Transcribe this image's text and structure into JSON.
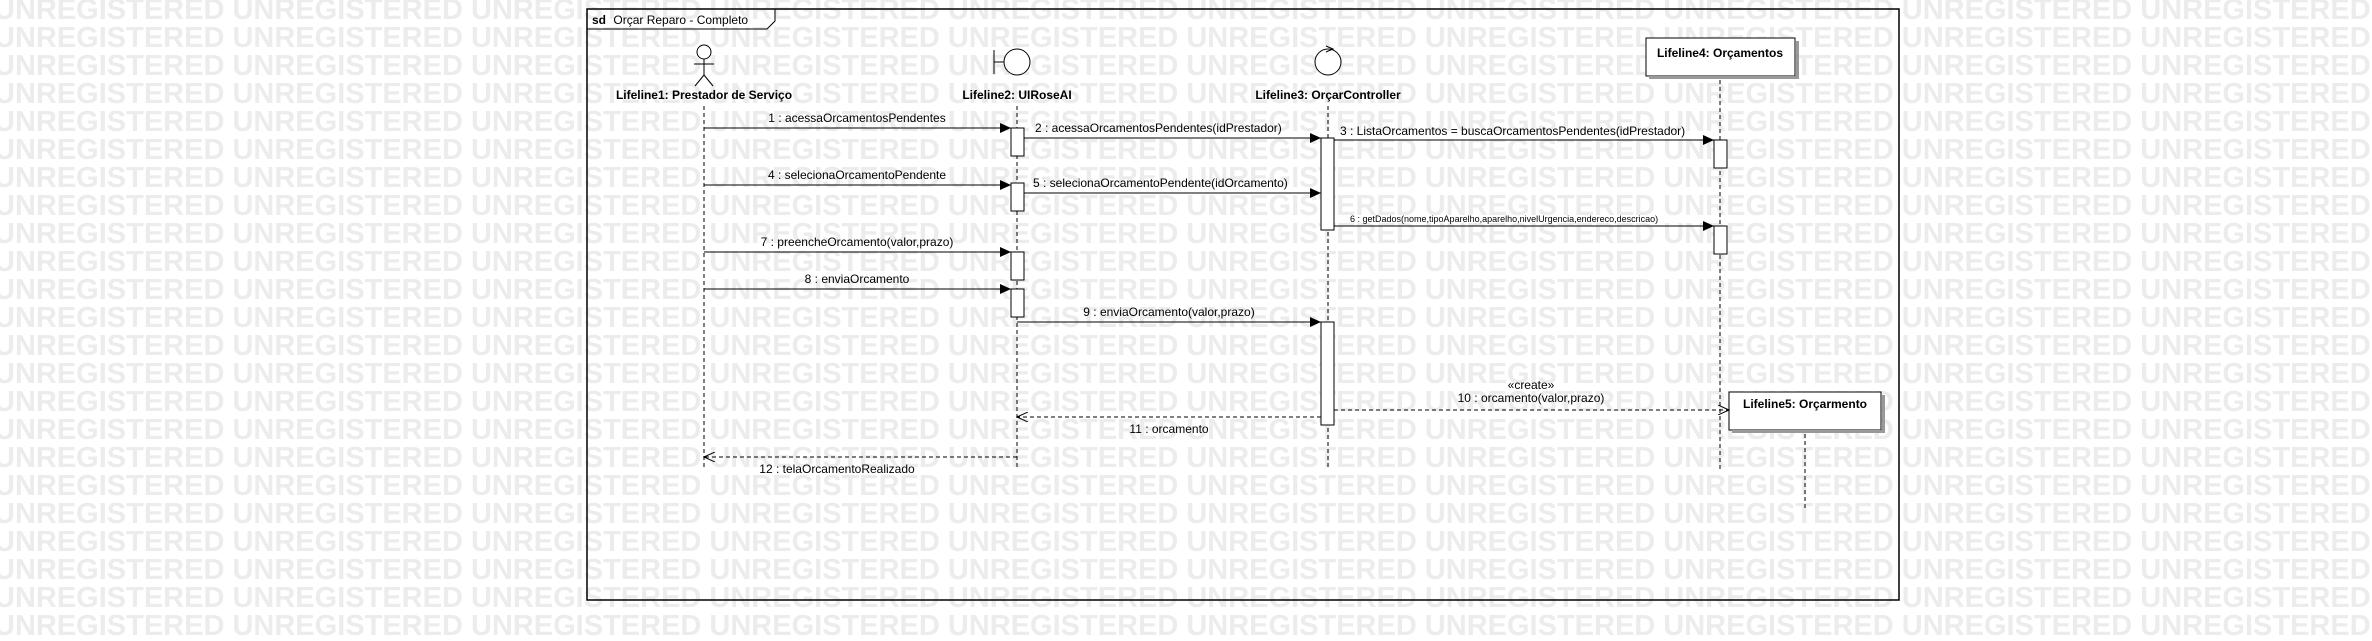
{
  "watermark": {
    "text": "UNREGISTERED"
  },
  "frame": {
    "keyword": "sd",
    "title": "Orçar Reparo - Completo"
  },
  "lifelines": [
    {
      "id": "ll1",
      "label": "Lifeline1: Prestador de Serviço",
      "icon": "actor-icon"
    },
    {
      "id": "ll2",
      "label": "Lifeline2: UIRoseAI",
      "icon": "boundary-icon"
    },
    {
      "id": "ll3",
      "label": "Lifeline3: OrçarController",
      "icon": "control-icon"
    },
    {
      "id": "ll4",
      "label": "Lifeline4: Orçamentos",
      "icon": "object-box"
    },
    {
      "id": "ll5",
      "label": "Lifeline5: Orçarmento",
      "icon": "object-box"
    }
  ],
  "messages": [
    {
      "label": "1 : acessaOrcamentosPendentes",
      "from": "ll1",
      "to": "ll2",
      "kind": "sync"
    },
    {
      "label": "2 : acessaOrcamentosPendentes(idPrestador)",
      "from": "ll2",
      "to": "ll3",
      "kind": "sync"
    },
    {
      "label": "3 : ListaOrcamentos = buscaOrcamentosPendentes(idPrestador)",
      "from": "ll3",
      "to": "ll4",
      "kind": "sync"
    },
    {
      "label": "4 : selecionaOrcamentoPendente",
      "from": "ll1",
      "to": "ll2",
      "kind": "sync"
    },
    {
      "label": "5 : selecionaOrcamentoPendente(idOrcamento)",
      "from": "ll2",
      "to": "ll3",
      "kind": "sync"
    },
    {
      "label": "6 : getDados(nome,tipoAparelho,aparelho,nivelUrgencia,endereco,descricao)",
      "from": "ll3",
      "to": "ll4",
      "kind": "sync"
    },
    {
      "label": "7 : preencheOrcamento(valor,prazo)",
      "from": "ll1",
      "to": "ll2",
      "kind": "sync"
    },
    {
      "label": "8 : enviaOrcamento",
      "from": "ll1",
      "to": "ll2",
      "kind": "sync"
    },
    {
      "label": "9 : enviaOrcamento(valor,prazo)",
      "from": "ll2",
      "to": "ll3",
      "kind": "sync"
    },
    {
      "label": "10 : orcamento(valor,prazo)",
      "stereotype": "«create»",
      "from": "ll3",
      "to": "ll5",
      "kind": "create"
    },
    {
      "label": "11 : orcamento",
      "from": "ll3",
      "to": "ll2",
      "kind": "reply"
    },
    {
      "label": "12 : telaOrcamentoRealizado",
      "from": "ll2",
      "to": "ll1",
      "kind": "reply"
    }
  ]
}
